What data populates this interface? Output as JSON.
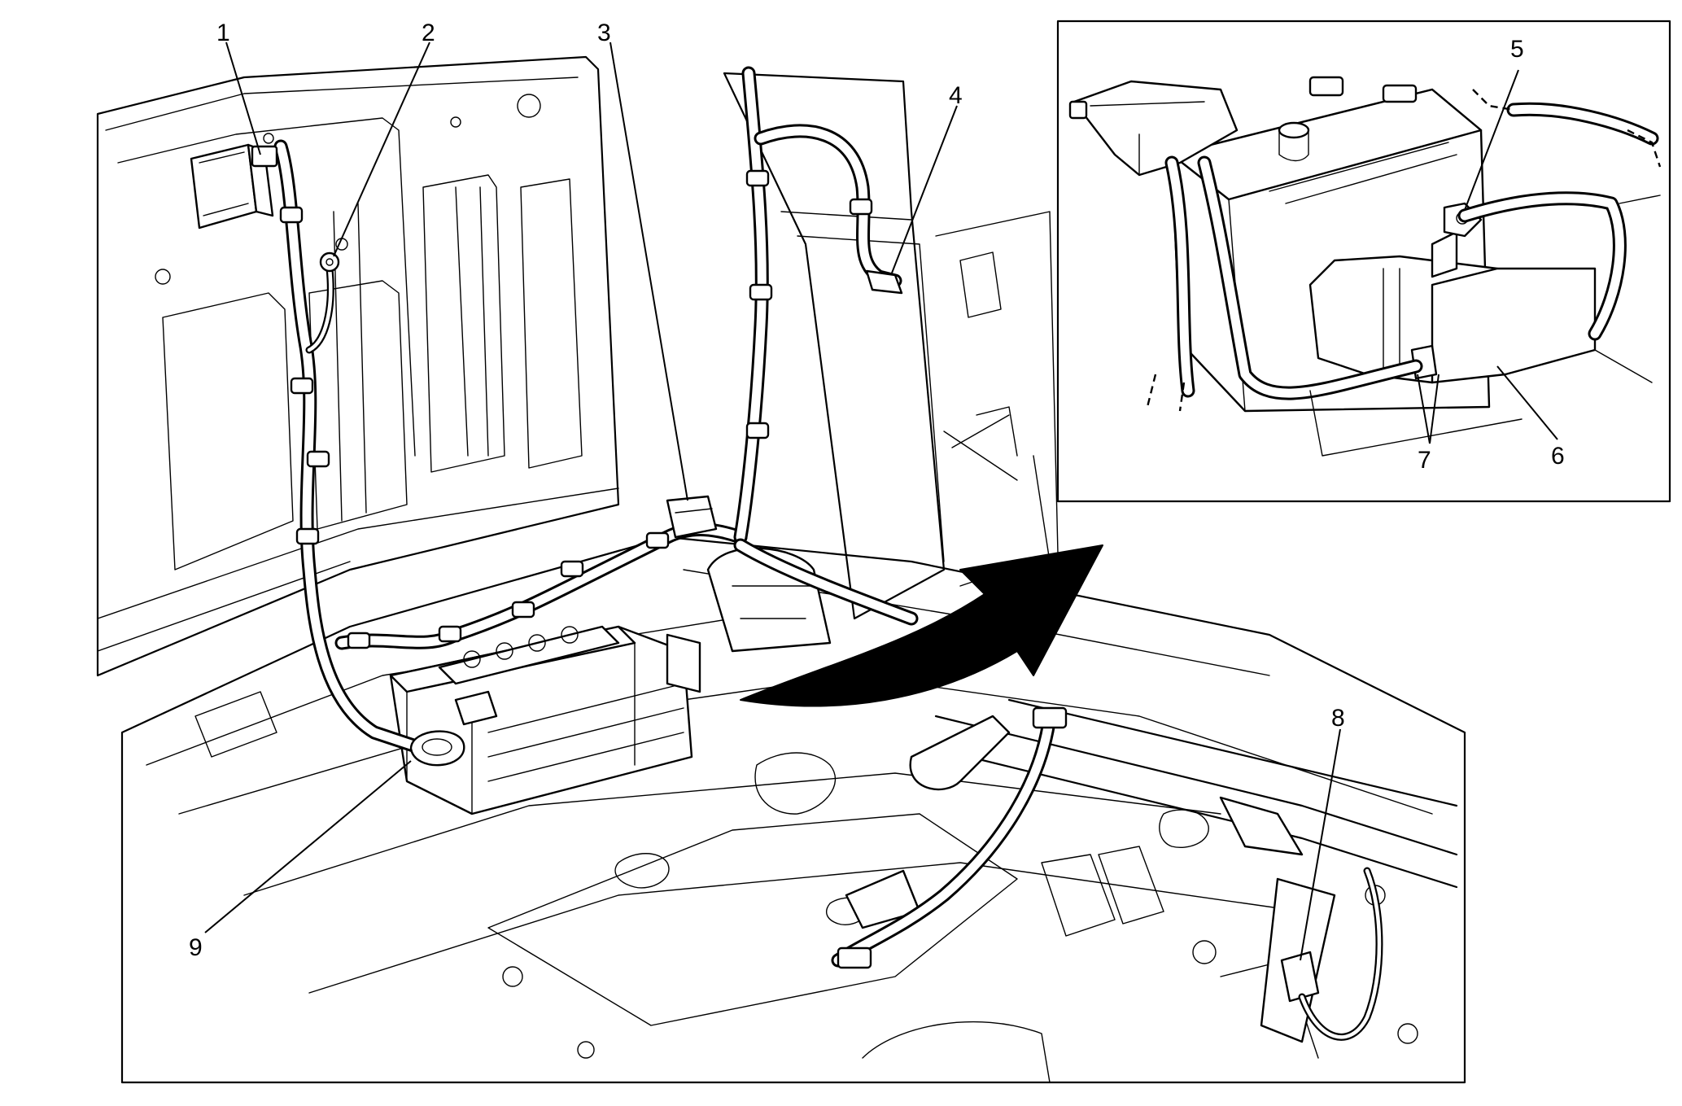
{
  "callouts": [
    {
      "id": "1",
      "label": "1"
    },
    {
      "id": "2",
      "label": "2"
    },
    {
      "id": "3",
      "label": "3"
    },
    {
      "id": "4",
      "label": "4"
    },
    {
      "id": "5",
      "label": "5"
    },
    {
      "id": "6",
      "label": "6"
    },
    {
      "id": "7",
      "label": "7"
    },
    {
      "id": "8",
      "label": "8"
    },
    {
      "id": "9",
      "label": "9"
    }
  ],
  "icons": {
    "arrow": "curved-arrow-icon",
    "battery": "battery-icon"
  }
}
